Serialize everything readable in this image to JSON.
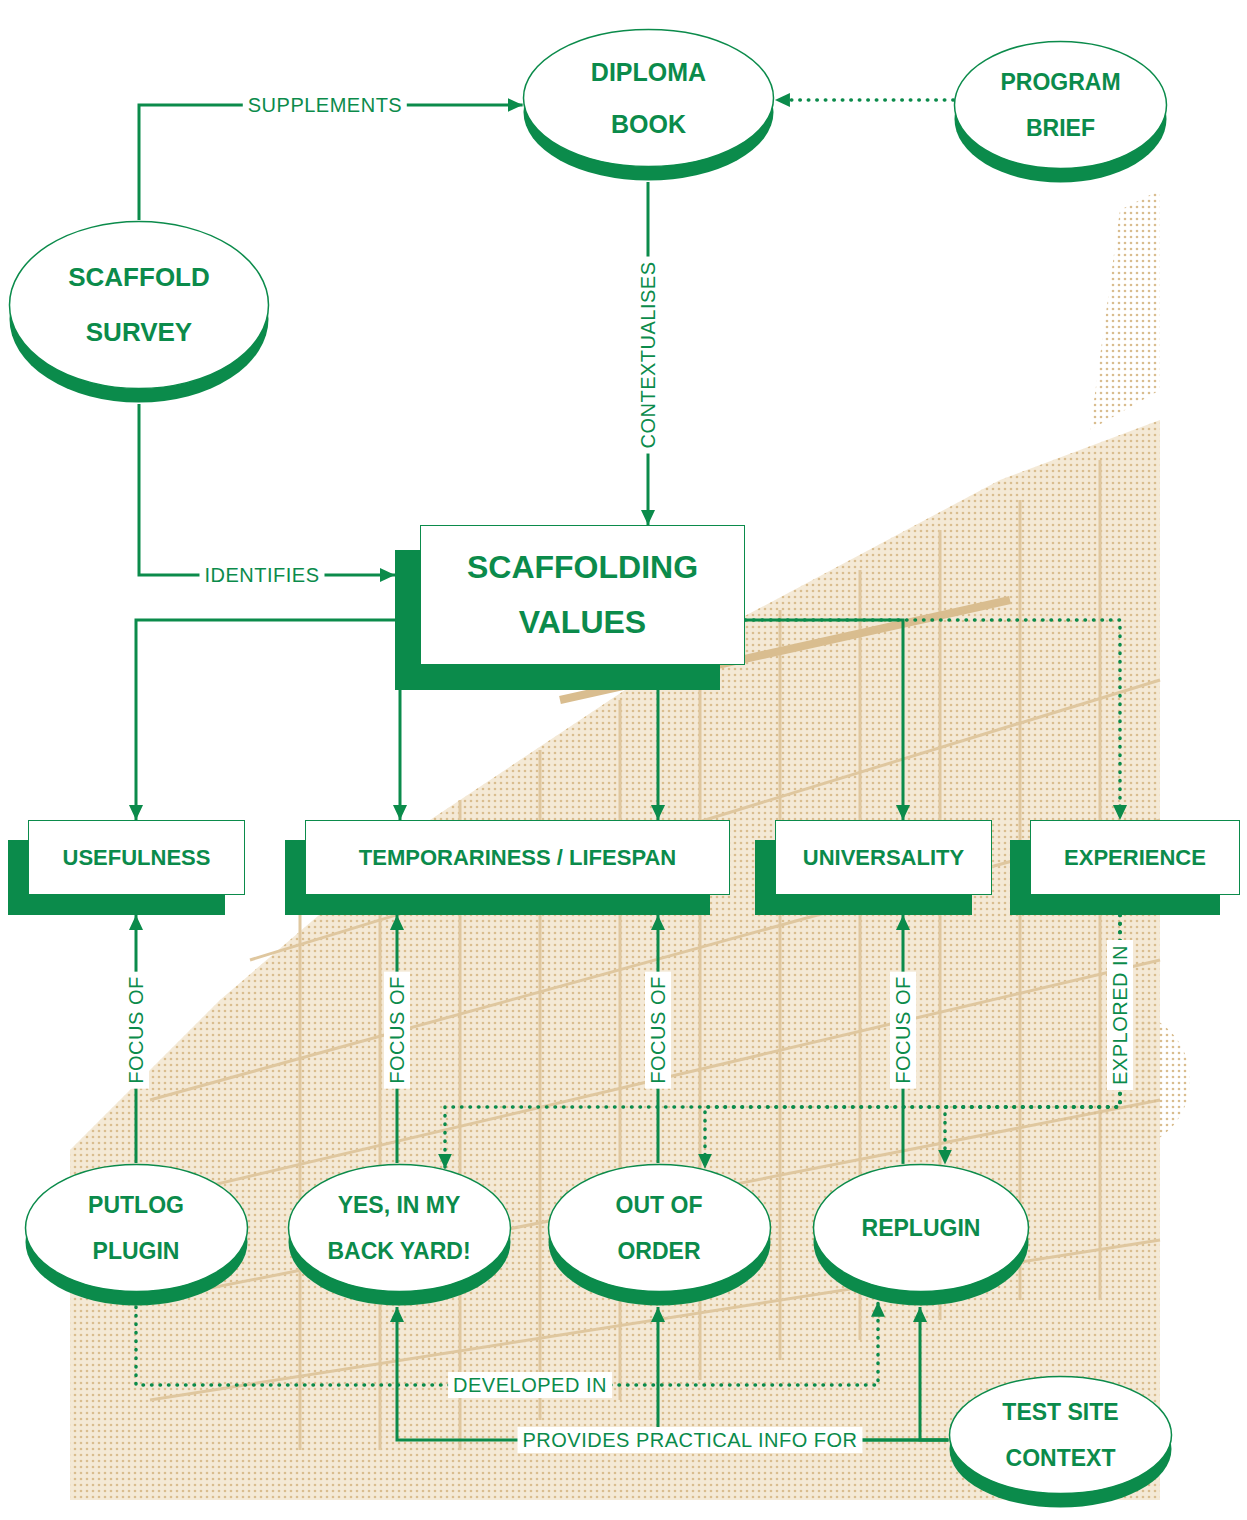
{
  "diagram": {
    "nodes": [
      {
        "text": [
          "DIPLOMA BOOK"
        ]
      },
      {
        "text": [
          "PROGRAM BRIEF"
        ]
      },
      {
        "text": [
          "SCAFFOLD SURVEY"
        ]
      },
      {
        "text": [
          "SCAFFOLDING VALUES"
        ]
      },
      {
        "text": [
          "USEFULNESS"
        ]
      },
      {
        "text": [
          "TEMPORARINESS / LIFESPAN"
        ]
      },
      {
        "text": [
          "UNIVERSALITY"
        ]
      },
      {
        "text": [
          "EXPERIENCE"
        ]
      },
      {
        "text": [
          "PUTLOG PLUGIN"
        ]
      },
      {
        "text": [
          "YES, IN MY BACK YARD!"
        ]
      },
      {
        "text": [
          "OUT OF ORDER"
        ]
      },
      {
        "text": [
          "REPLUGIN"
        ]
      },
      {
        "text": [
          "TEST SITE CONTEXT"
        ]
      }
    ],
    "edges": [
      {
        "from": 2,
        "to": 0,
        "arrow": "to",
        "label": "SUPPLEMENTS"
      },
      {
        "from": 1,
        "to": 0,
        "arrow": "to"
      },
      {
        "from": 0,
        "to": 3,
        "arrow": "to",
        "label": "CONTEXTUALISES"
      },
      {
        "from": 2,
        "to": 3,
        "arrow": "to",
        "label": "IDENTIFIES"
      },
      {
        "from": 3,
        "to": 4,
        "arrow": "to"
      },
      {
        "from": 3,
        "to": 5,
        "arrow": "to"
      },
      {
        "from": 3,
        "to": 5,
        "arrow": "to"
      },
      {
        "from": 3,
        "to": 6,
        "arrow": "to"
      },
      {
        "from": 3,
        "to": 7,
        "arrow": "to"
      },
      {
        "from": 8,
        "to": 4,
        "arrow": "to",
        "label": "FOCUS OF"
      },
      {
        "from": 9,
        "to": 5,
        "arrow": "to",
        "label": "FOCUS OF"
      },
      {
        "from": 10,
        "to": 5,
        "arrow": "to",
        "label": "FOCUS OF"
      },
      {
        "from": 11,
        "to": 6,
        "arrow": "to",
        "label": "FOCUS OF"
      },
      {
        "from": 7,
        "to": 9,
        "arrow": "to",
        "label": "EXPLORED IN"
      },
      {
        "from": 7,
        "to": 10,
        "arrow": "to"
      },
      {
        "from": 7,
        "to": 11,
        "arrow": "to"
      },
      {
        "from": 8,
        "to": 11,
        "arrow": "to",
        "label": "DEVELOPED IN"
      },
      {
        "from": 12,
        "to": 9,
        "arrow": "to",
        "label": "PROVIDES PRACTICAL INFO FOR"
      },
      {
        "from": 12,
        "to": 10,
        "arrow": "to"
      },
      {
        "from": 12,
        "to": 11,
        "arrow": "to"
      }
    ]
  }
}
